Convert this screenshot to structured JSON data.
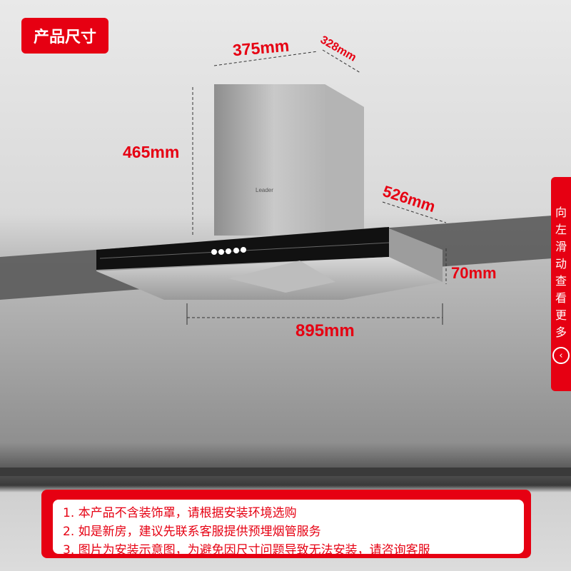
{
  "badge": {
    "title": "产品尺寸"
  },
  "dimensions": {
    "width_top": "375mm",
    "depth_top": "328mm",
    "height_chimney": "465mm",
    "depth_hood": "526mm",
    "height_hood": "70mm",
    "width_hood": "895mm"
  },
  "product": {
    "brand": "Leader"
  },
  "side_tab": {
    "chars": [
      "向",
      "左",
      "滑",
      "动",
      "查",
      "看",
      "更",
      "多"
    ],
    "arrow": "‹"
  },
  "notes": [
    "1. 本产品不含装饰罩，请根据安装环境选购",
    "2. 如是新房，建议先联系客服提供预埋烟管服务",
    "3. 图片为安装示意图，为避免因尺寸问题导致无法安装，请咨询客服"
  ],
  "colors": {
    "accent": "#e60012"
  }
}
